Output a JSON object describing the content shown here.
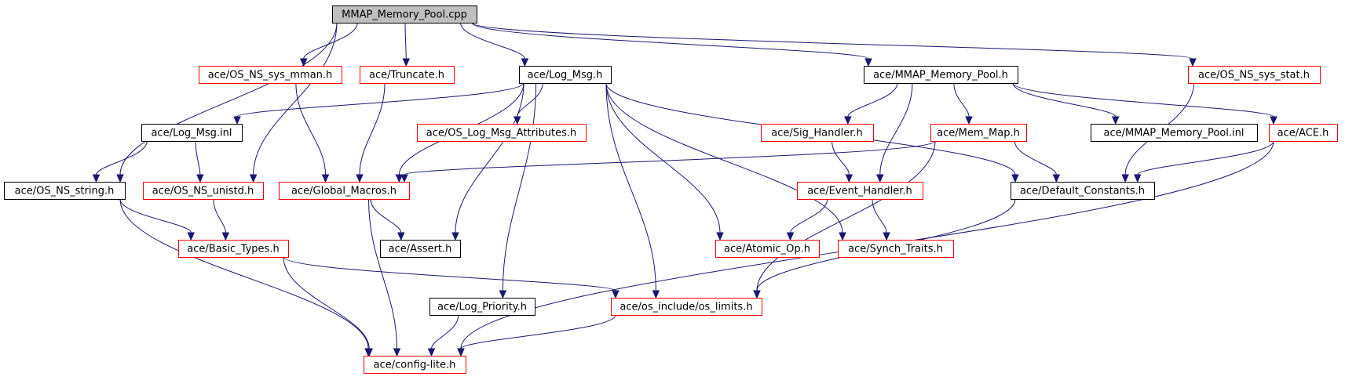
{
  "diagram": {
    "colors": {
      "edge": "#191970",
      "root_fill": "#bfbfbf",
      "default_border": "#000000",
      "truncated_border": "#ff0000"
    },
    "nodes": [
      {
        "id": "n0",
        "label": "MMAP_Memory_Pool.cpp",
        "kind": "root"
      },
      {
        "id": "n1",
        "label": "ace/OS_NS_sys_mman.h",
        "kind": "truncated"
      },
      {
        "id": "n2",
        "label": "ace/Truncate.h",
        "kind": "truncated"
      },
      {
        "id": "n3",
        "label": "ace/Log_Msg.h",
        "kind": "normal"
      },
      {
        "id": "n4",
        "label": "ace/MMAP_Memory_Pool.h",
        "kind": "normal"
      },
      {
        "id": "n5",
        "label": "ace/OS_NS_sys_stat.h",
        "kind": "truncated"
      },
      {
        "id": "n6",
        "label": "ace/Log_Msg.inl",
        "kind": "normal"
      },
      {
        "id": "n7",
        "label": "ace/OS_Log_Msg_Attributes.h",
        "kind": "truncated"
      },
      {
        "id": "n8",
        "label": "ace/Sig_Handler.h",
        "kind": "truncated"
      },
      {
        "id": "n9",
        "label": "ace/Mem_Map.h",
        "kind": "truncated"
      },
      {
        "id": "n10",
        "label": "ace/MMAP_Memory_Pool.inl",
        "kind": "normal"
      },
      {
        "id": "n11",
        "label": "ace/ACE.h",
        "kind": "truncated"
      },
      {
        "id": "n12",
        "label": "ace/OS_NS_string.h",
        "kind": "normal"
      },
      {
        "id": "n13",
        "label": "ace/OS_NS_unistd.h",
        "kind": "truncated"
      },
      {
        "id": "n14",
        "label": "ace/Global_Macros.h",
        "kind": "truncated"
      },
      {
        "id": "n15",
        "label": "ace/Event_Handler.h",
        "kind": "truncated"
      },
      {
        "id": "n16",
        "label": "ace/Default_Constants.h",
        "kind": "normal"
      },
      {
        "id": "n17",
        "label": "ace/Basic_Types.h",
        "kind": "truncated"
      },
      {
        "id": "n18",
        "label": "ace/Assert.h",
        "kind": "normal"
      },
      {
        "id": "n19",
        "label": "ace/Atomic_Op.h",
        "kind": "truncated"
      },
      {
        "id": "n20",
        "label": "ace/Synch_Traits.h",
        "kind": "truncated"
      },
      {
        "id": "n21",
        "label": "ace/Log_Priority.h",
        "kind": "normal"
      },
      {
        "id": "n22",
        "label": "ace/os_include/os_limits.h",
        "kind": "truncated"
      },
      {
        "id": "n23",
        "label": "ace/config-lite.h",
        "kind": "truncated"
      }
    ],
    "edges": [
      {
        "from": "n0",
        "to": "n1"
      },
      {
        "from": "n0",
        "to": "n2"
      },
      {
        "from": "n0",
        "to": "n3"
      },
      {
        "from": "n0",
        "to": "n4"
      },
      {
        "from": "n0",
        "to": "n5"
      },
      {
        "from": "n0",
        "to": "n12"
      },
      {
        "from": "n0",
        "to": "n13"
      },
      {
        "from": "n1",
        "to": "n14"
      },
      {
        "from": "n2",
        "to": "n14"
      },
      {
        "from": "n3",
        "to": "n6"
      },
      {
        "from": "n3",
        "to": "n7"
      },
      {
        "from": "n3",
        "to": "n14"
      },
      {
        "from": "n3",
        "to": "n18"
      },
      {
        "from": "n3",
        "to": "n21"
      },
      {
        "from": "n3",
        "to": "n22"
      },
      {
        "from": "n3",
        "to": "n19"
      },
      {
        "from": "n3",
        "to": "n20"
      },
      {
        "from": "n3",
        "to": "n16"
      },
      {
        "from": "n4",
        "to": "n8"
      },
      {
        "from": "n4",
        "to": "n9"
      },
      {
        "from": "n4",
        "to": "n10"
      },
      {
        "from": "n4",
        "to": "n11"
      },
      {
        "from": "n4",
        "to": "n15"
      },
      {
        "from": "n5",
        "to": "n16"
      },
      {
        "from": "n6",
        "to": "n12"
      },
      {
        "from": "n6",
        "to": "n13"
      },
      {
        "from": "n8",
        "to": "n15"
      },
      {
        "from": "n9",
        "to": "n14"
      },
      {
        "from": "n9",
        "to": "n16"
      },
      {
        "from": "n9",
        "to": "n22"
      },
      {
        "from": "n11",
        "to": "n16"
      },
      {
        "from": "n11",
        "to": "n23"
      },
      {
        "from": "n12",
        "to": "n17"
      },
      {
        "from": "n12",
        "to": "n23"
      },
      {
        "from": "n13",
        "to": "n17"
      },
      {
        "from": "n14",
        "to": "n18"
      },
      {
        "from": "n14",
        "to": "n23"
      },
      {
        "from": "n15",
        "to": "n19"
      },
      {
        "from": "n15",
        "to": "n20"
      },
      {
        "from": "n16",
        "to": "n22"
      },
      {
        "from": "n17",
        "to": "n22"
      },
      {
        "from": "n17",
        "to": "n23"
      },
      {
        "from": "n21",
        "to": "n23"
      },
      {
        "from": "n22",
        "to": "n23"
      }
    ]
  }
}
